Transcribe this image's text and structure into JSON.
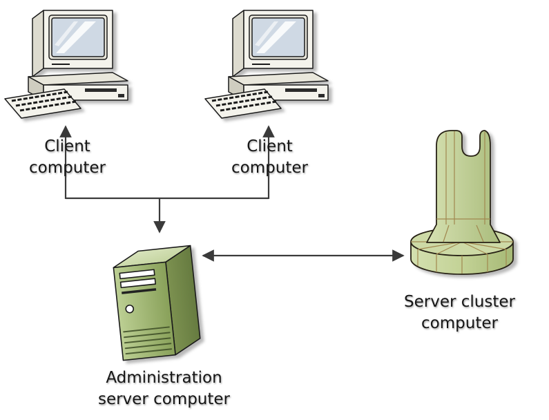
{
  "diagram": {
    "background": "#ffffff",
    "nodes": {
      "client1": {
        "label": "Client computer",
        "line1": "Client",
        "line2": "computer",
        "icon": "desktop-computer-icon"
      },
      "client2": {
        "label": "Client computer",
        "line1": "Client",
        "line2": "computer",
        "icon": "desktop-computer-icon"
      },
      "admin_server": {
        "label": "Administration server computer",
        "line1": "Administration",
        "line2": "server computer",
        "icon": "tower-server-icon"
      },
      "server_cluster": {
        "label": "Server cluster computer",
        "line1": "Server cluster",
        "line2": "computer",
        "icon": "server-cluster-icon"
      }
    },
    "edges": [
      {
        "from": "junction",
        "to": "client1",
        "type": "arrow-up"
      },
      {
        "from": "junction",
        "to": "client2",
        "type": "arrow-up"
      },
      {
        "from": "junction",
        "to": "admin_server",
        "type": "arrow-down"
      },
      {
        "from": "admin_server",
        "to": "server_cluster",
        "type": "double-arrow"
      }
    ],
    "colors": {
      "outline": "#1a1a1a",
      "arrow": "#3a3a3a",
      "computer_beige": "#f4f3ec",
      "computer_beige_shade": "#cfcdc0",
      "screen_blue": "#cfd9e4",
      "server_green_front": "#a4ba76",
      "server_green_side": "#748849",
      "server_green_top": "#d7e2bb",
      "cluster_green": "#cddaa6",
      "cluster_line_tan": "#a1874f"
    }
  }
}
